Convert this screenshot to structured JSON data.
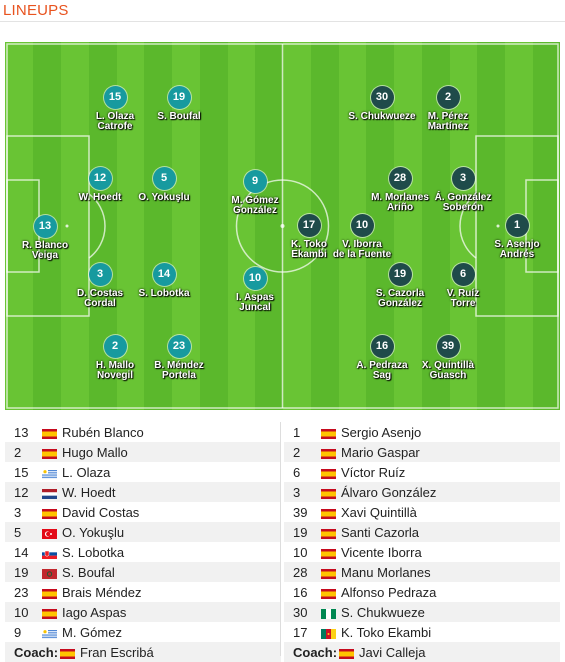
{
  "header": {
    "title": "LINEUPS"
  },
  "colors": {
    "accent": "#e8531f",
    "home_badge": "#179a9f",
    "away_badge": "#1f4b4a",
    "pitch_light": "#69c434",
    "pitch_dark": "#5bb82c"
  },
  "pitch": {
    "home": [
      {
        "number": "13",
        "name": "R. Blanco\nVeiga"
      },
      {
        "number": "15",
        "name": "L. Olaza\nCatrofe"
      },
      {
        "number": "12",
        "name": "W. Hoedt"
      },
      {
        "number": "3",
        "name": "D. Costas\nCordal"
      },
      {
        "number": "2",
        "name": "H. Mallo\nNovegil"
      },
      {
        "number": "19",
        "name": "S. Boufal"
      },
      {
        "number": "5",
        "name": "O. Yokuşlu"
      },
      {
        "number": "14",
        "name": "S. Lobotka"
      },
      {
        "number": "23",
        "name": "B. Méndez\nPortela"
      },
      {
        "number": "9",
        "name": "M. Gómez\nGonzález"
      },
      {
        "number": "10",
        "name": "I. Aspas\nJuncal"
      }
    ],
    "away": [
      {
        "number": "17",
        "name": "K. Toko\nEkambi"
      },
      {
        "number": "10",
        "name": "V. Iborra\nde la Fuente"
      },
      {
        "number": "30",
        "name": "S. Chukwueze"
      },
      {
        "number": "28",
        "name": "M. Morlanes\nAriño"
      },
      {
        "number": "19",
        "name": "S. Cazorla\nGonzález"
      },
      {
        "number": "16",
        "name": "A. Pedraza\nSag"
      },
      {
        "number": "2",
        "name": "M. Pérez\nMartínez"
      },
      {
        "number": "3",
        "name": "Á. González\nSoberón"
      },
      {
        "number": "6",
        "name": "V. Ruíz\nTorre"
      },
      {
        "number": "39",
        "name": "X. Quintillà\nGuasch"
      },
      {
        "number": "1",
        "name": "S. Asenjo\nAndrés"
      }
    ]
  },
  "lineup": {
    "home": [
      {
        "number": "13",
        "name": "Rubén Blanco",
        "flag": "spain"
      },
      {
        "number": "2",
        "name": "Hugo Mallo",
        "flag": "spain"
      },
      {
        "number": "15",
        "name": "L. Olaza",
        "flag": "uruguay"
      },
      {
        "number": "12",
        "name": "W. Hoedt",
        "flag": "netherlands"
      },
      {
        "number": "3",
        "name": "David Costas",
        "flag": "spain"
      },
      {
        "number": "5",
        "name": "O. Yokuşlu",
        "flag": "turkey"
      },
      {
        "number": "14",
        "name": "S. Lobotka",
        "flag": "slovakia"
      },
      {
        "number": "19",
        "name": "S. Boufal",
        "flag": "morocco"
      },
      {
        "number": "23",
        "name": "Brais Méndez",
        "flag": "spain"
      },
      {
        "number": "10",
        "name": "Iago Aspas",
        "flag": "spain"
      },
      {
        "number": "9",
        "name": "M. Gómez",
        "flag": "uruguay"
      }
    ],
    "away": [
      {
        "number": "1",
        "name": "Sergio Asenjo",
        "flag": "spain"
      },
      {
        "number": "2",
        "name": "Mario Gaspar",
        "flag": "spain"
      },
      {
        "number": "6",
        "name": "Víctor Ruíz",
        "flag": "spain"
      },
      {
        "number": "3",
        "name": "Álvaro González",
        "flag": "spain"
      },
      {
        "number": "39",
        "name": "Xavi Quintillà",
        "flag": "spain"
      },
      {
        "number": "19",
        "name": "Santi Cazorla",
        "flag": "spain"
      },
      {
        "number": "10",
        "name": "Vicente Iborra",
        "flag": "spain"
      },
      {
        "number": "28",
        "name": "Manu Morlanes",
        "flag": "spain"
      },
      {
        "number": "16",
        "name": "Alfonso Pedraza",
        "flag": "spain"
      },
      {
        "number": "30",
        "name": "S. Chukwueze",
        "flag": "nigeria"
      },
      {
        "number": "17",
        "name": "K. Toko Ekambi",
        "flag": "cameroon"
      }
    ],
    "coach_label": "Coach:",
    "home_coach": {
      "name": "Fran Escribá",
      "flag": "spain"
    },
    "away_coach": {
      "name": "Javi Calleja",
      "flag": "spain"
    }
  }
}
